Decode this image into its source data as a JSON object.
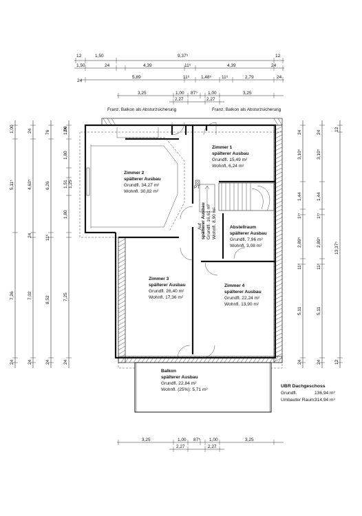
{
  "dimensions": {
    "top_row1": [
      "12",
      "1,50",
      "9,37⁵",
      "12"
    ],
    "top_row2": [
      "1,50",
      "24",
      "4,39",
      "11⁶",
      "4,39",
      "24"
    ],
    "top_row3": [
      "24",
      "5,89",
      "11⁶",
      "1,48⁵",
      "11⁶",
      "2,79",
      "24"
    ],
    "top_row4": [
      "3,25",
      "1,00",
      "87⁵",
      "1,00",
      "3,25"
    ],
    "top_row5": [
      "2,27",
      "2,27"
    ],
    "bottom_row1": [
      "3,25",
      "1,00",
      "87⁵",
      "1,00",
      "3,25"
    ],
    "bottom_row2": [
      "2,27",
      "2,27"
    ],
    "left_col1": [
      "1,00",
      "5,11⁵",
      "7,26",
      "24"
    ],
    "left_col2": [
      "24",
      "4,63⁵",
      "24",
      "7,02",
      "24"
    ],
    "left_col3": [
      "76",
      "6,26",
      "11⁶",
      "8,52",
      "24"
    ],
    "left_col4": [
      "24",
      "1,00",
      "1,80",
      "1,51",
      "1,25",
      "1,80",
      "7,25",
      "24"
    ],
    "right_col1": [
      "24",
      "3,10⁵",
      "1,44",
      "1¹⁵",
      "2,89⁵",
      "11⁶",
      "5,11",
      "24"
    ],
    "right_col2": [
      "24",
      "3,10⁵",
      "1,44",
      "1¹⁵",
      "2,89⁵",
      "11⁶",
      "5,11",
      "24"
    ],
    "right_col3": [
      "12",
      "13,37⁵",
      "12"
    ]
  },
  "notes": {
    "balcony_left": "Franz. Balkon als Absturzsicherung",
    "balcony_right": "Franz. Balkon als Absturzsicherung",
    "pt": "PT",
    "stair_up": "Auf"
  },
  "rooms": {
    "zimmer1": {
      "name": "Zimmer 1",
      "type": "spälterer Ausbau",
      "grund": "Grundfl. 15,49 m²",
      "wohn": "Wohnfl. 6,24 m²"
    },
    "zimmer2": {
      "name": "Zimmer 2",
      "type": "spälterer Ausbau",
      "grund": "Grundfl. 34,27 m²",
      "wohn": "Wohnfl. 30,82 m²"
    },
    "zimmer3": {
      "name": "Zimmer 3",
      "type": "spälterer Ausbau",
      "grund": "Grundfl. 26,40 m²",
      "wohn": "Wohnfl. 17,36 m²"
    },
    "zimmer4": {
      "name": "Zimmer 4",
      "type": "spälterer Ausbau",
      "grund": "Grundfl. 22,24 m²",
      "wohn": "Wohnfl. 13,90 m²"
    },
    "abstell": {
      "name": "Abstellraum",
      "type": "spälterer Ausbau",
      "grund": "Grundfl. 7,96 m²",
      "wohn": "Wohnfl. 3,08 m²"
    },
    "flur": {
      "type": "spälterer Ausbau",
      "grund": "Grundfl. 16,61 m²",
      "wohn": "Wohnfl. 8,90 m²"
    },
    "balkon": {
      "name": "Balkon",
      "type": "spälterer Ausbau",
      "grund": "Grundfl. 22,84 m²",
      "wohn": "Wohnfl. (25%): 5,71 m²"
    }
  },
  "summary": {
    "title": "UBR Dachgeschoss",
    "grund_label": "Grundfl.",
    "grund_value": "136,94 m²",
    "raum_label": "Umbauter Raum:",
    "raum_value": "314,94 m³"
  }
}
